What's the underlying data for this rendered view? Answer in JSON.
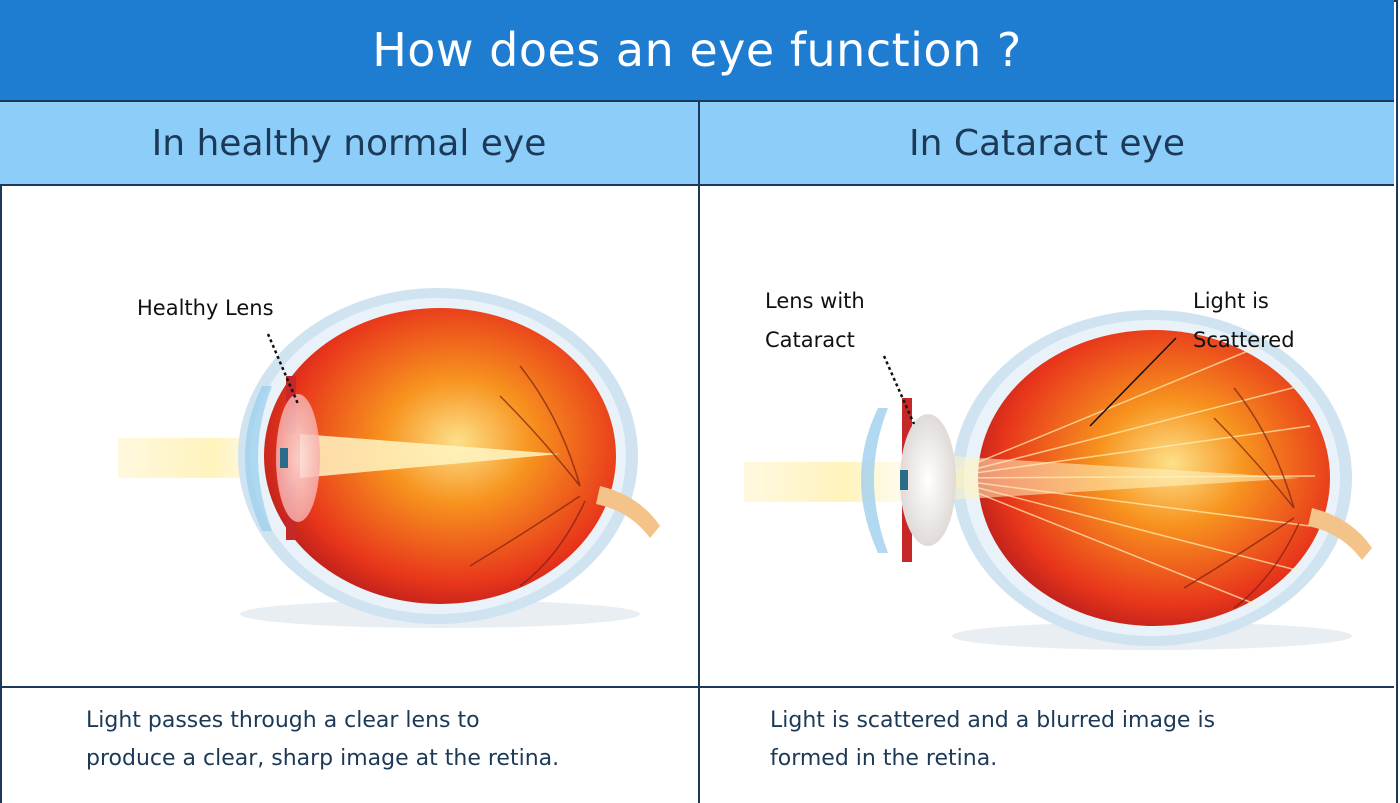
{
  "title": "How does an eye function ?",
  "left": {
    "heading": "In healthy normal eye",
    "label": "Healthy Lens",
    "caption_line1": "Light passes through a clear lens to",
    "caption_line2": "produce a clear, sharp image at the retina."
  },
  "right": {
    "heading": "In Cataract eye",
    "label_lens_line1": "Lens with",
    "label_lens_line2": "Cataract",
    "label_light_line1": "Light is",
    "label_light_line2": "Scattered",
    "caption_line1": "Light is scattered and a blurred image is",
    "caption_line2": "formed in the retina."
  },
  "colors": {
    "title_bg": "#1f7dd1",
    "header_bg": "#8ccdf9",
    "border": "#1c3a57",
    "eye_red": "#e8361b",
    "eye_orange": "#f7931e",
    "light_beam": "#fff3c4"
  }
}
